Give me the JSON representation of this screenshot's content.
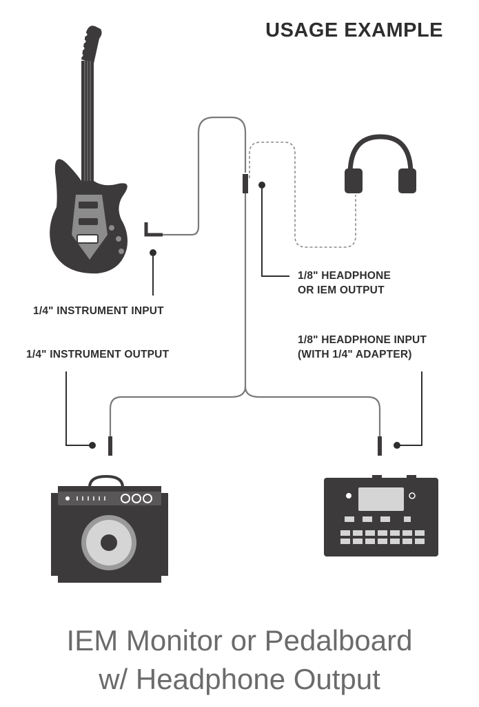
{
  "title": "USAGE EXAMPLE",
  "labels": {
    "instrument_input": "1/4\" INSTRUMENT INPUT",
    "instrument_output": "1/4\" INSTRUMENT OUTPUT",
    "headphone_output_line1": "1/8\" HEADPHONE",
    "headphone_output_line2": "OR IEM OUTPUT",
    "headphone_input_line1": "1/8\" HEADPHONE INPUT",
    "headphone_input_line2": "(WITH 1/4\" ADAPTER)"
  },
  "caption": {
    "line1": "IEM Monitor or Pedalboard",
    "line2": "w/ Headphone Output"
  },
  "colors": {
    "device": "#3d3a3b",
    "cable": "#7a7a7a",
    "text": "#2e2e2e",
    "caption": "#6b6b6b"
  },
  "icons": [
    "electric-guitar-icon",
    "headphones-icon",
    "amplifier-icon",
    "pedalboard-icon"
  ]
}
